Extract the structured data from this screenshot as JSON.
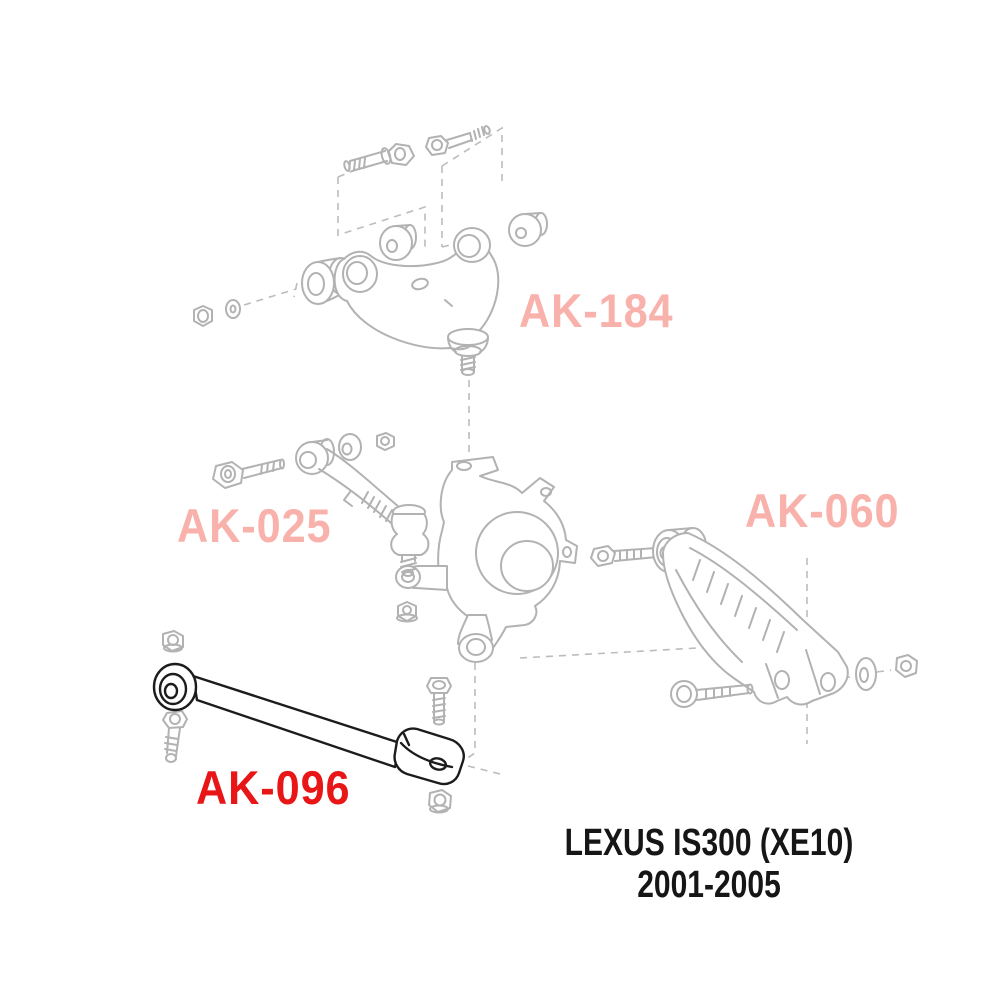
{
  "diagram": {
    "type": "exploded-suspension-parts-diagram",
    "parts": [
      {
        "id": "AK-184",
        "highlighted": false
      },
      {
        "id": "AK-025",
        "highlighted": false
      },
      {
        "id": "AK-060",
        "highlighted": false
      },
      {
        "id": "AK-096",
        "highlighted": true
      }
    ],
    "vehicle": {
      "line1": "LEXUS IS300 (XE10)",
      "line2": "2001-2005"
    },
    "colors": {
      "background": "#ffffff",
      "line_art": "#b2b2b2",
      "leader_dashes": "#bcbcbc",
      "highlighted_part_line": "#1c1c1c",
      "label_muted": "#f9b1ab",
      "label_highlight": "#e81616",
      "caption_text": "#161616"
    }
  }
}
